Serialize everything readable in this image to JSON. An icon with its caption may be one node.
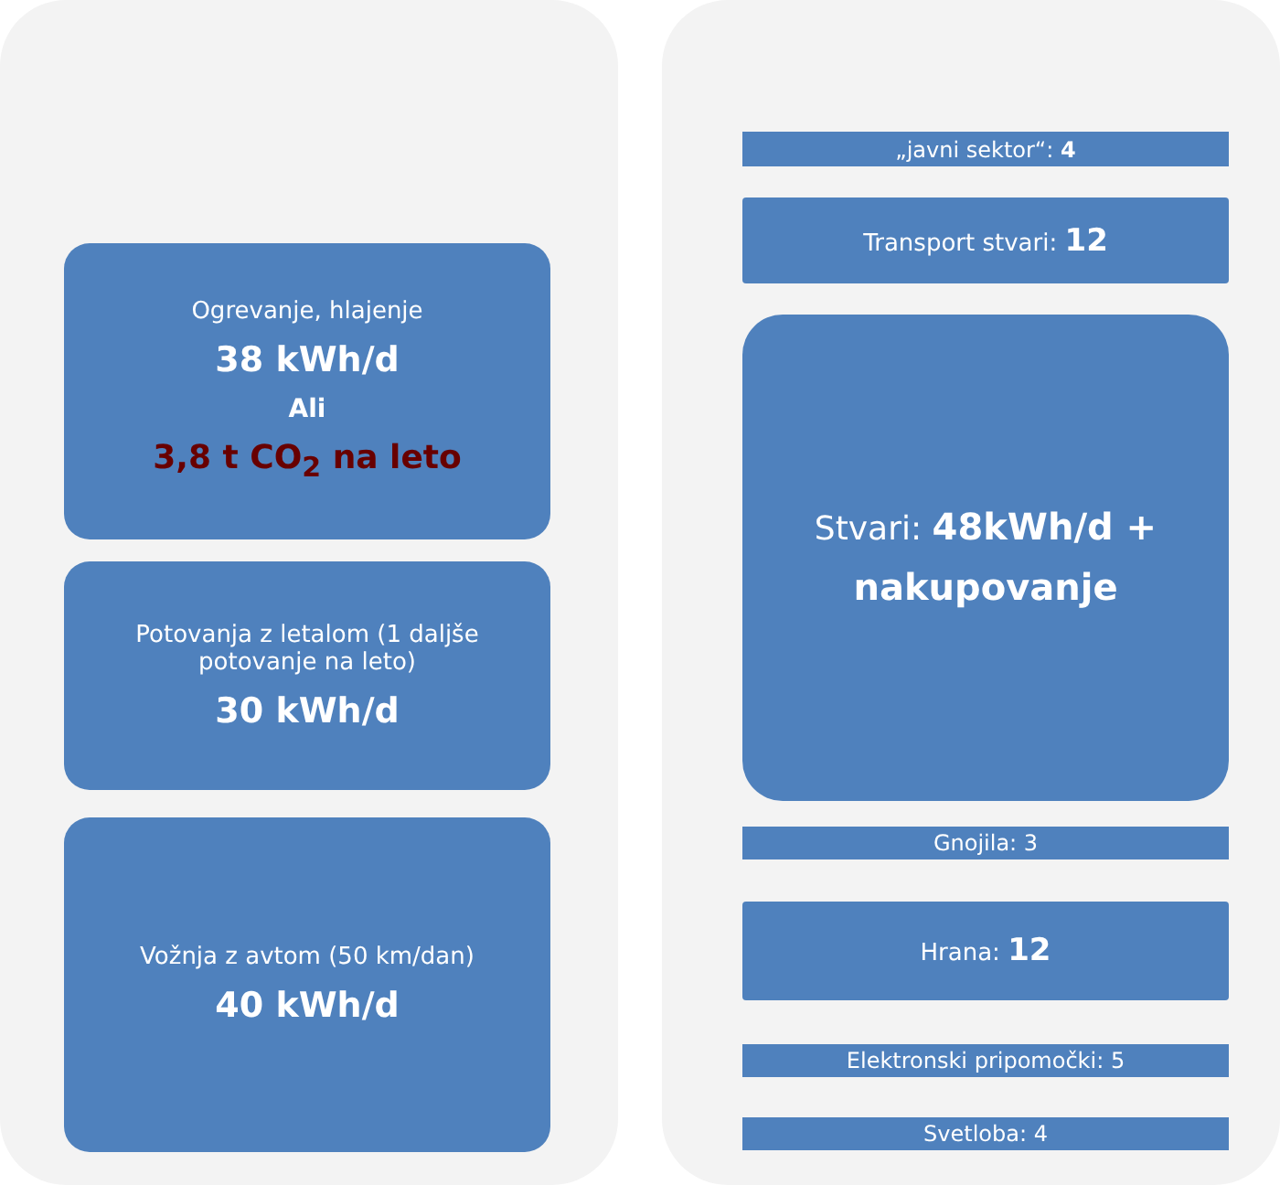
{
  "diagram": {
    "nodes": [
      {
        "text": [],
        "shape": "box"
      },
      {
        "text": [
          "Ogrevanje, hlajenje",
          "38 kWh/d",
          "Ali",
          "3,8 t CO$_{2}$ na leto"
        ],
        "in": 0
      },
      {
        "text": [
          "Potovanja z letalom (1 daljše potovanje na leto)",
          "30 kWh/d"
        ],
        "in": 0
      },
      {
        "text": [
          "Vožnja z avtom (50 km/dan)",
          "40 kWh/d"
        ],
        "in": 0
      },
      {
        "text": [],
        "shape": "box"
      },
      {
        "text": [
          "„javni sektor“: **4**"
        ],
        "in": 4
      },
      {
        "text": [
          "Transport stvari: **12**"
        ],
        "in": 4
      },
      {
        "text": [
          "Stvari: **48kWh/d + nakupovanje**"
        ],
        "in": 4
      },
      {
        "text": [
          "Gnojila: 3"
        ],
        "in": 4
      },
      {
        "text": [
          "Hrana: **12**"
        ],
        "in": 4
      },
      {
        "text": [
          "Elektronski pripomočki: 5"
        ],
        "in": 4
      },
      {
        "text": [
          "Svetloba: 4"
        ],
        "in": 4
      }
    ]
  }
}
